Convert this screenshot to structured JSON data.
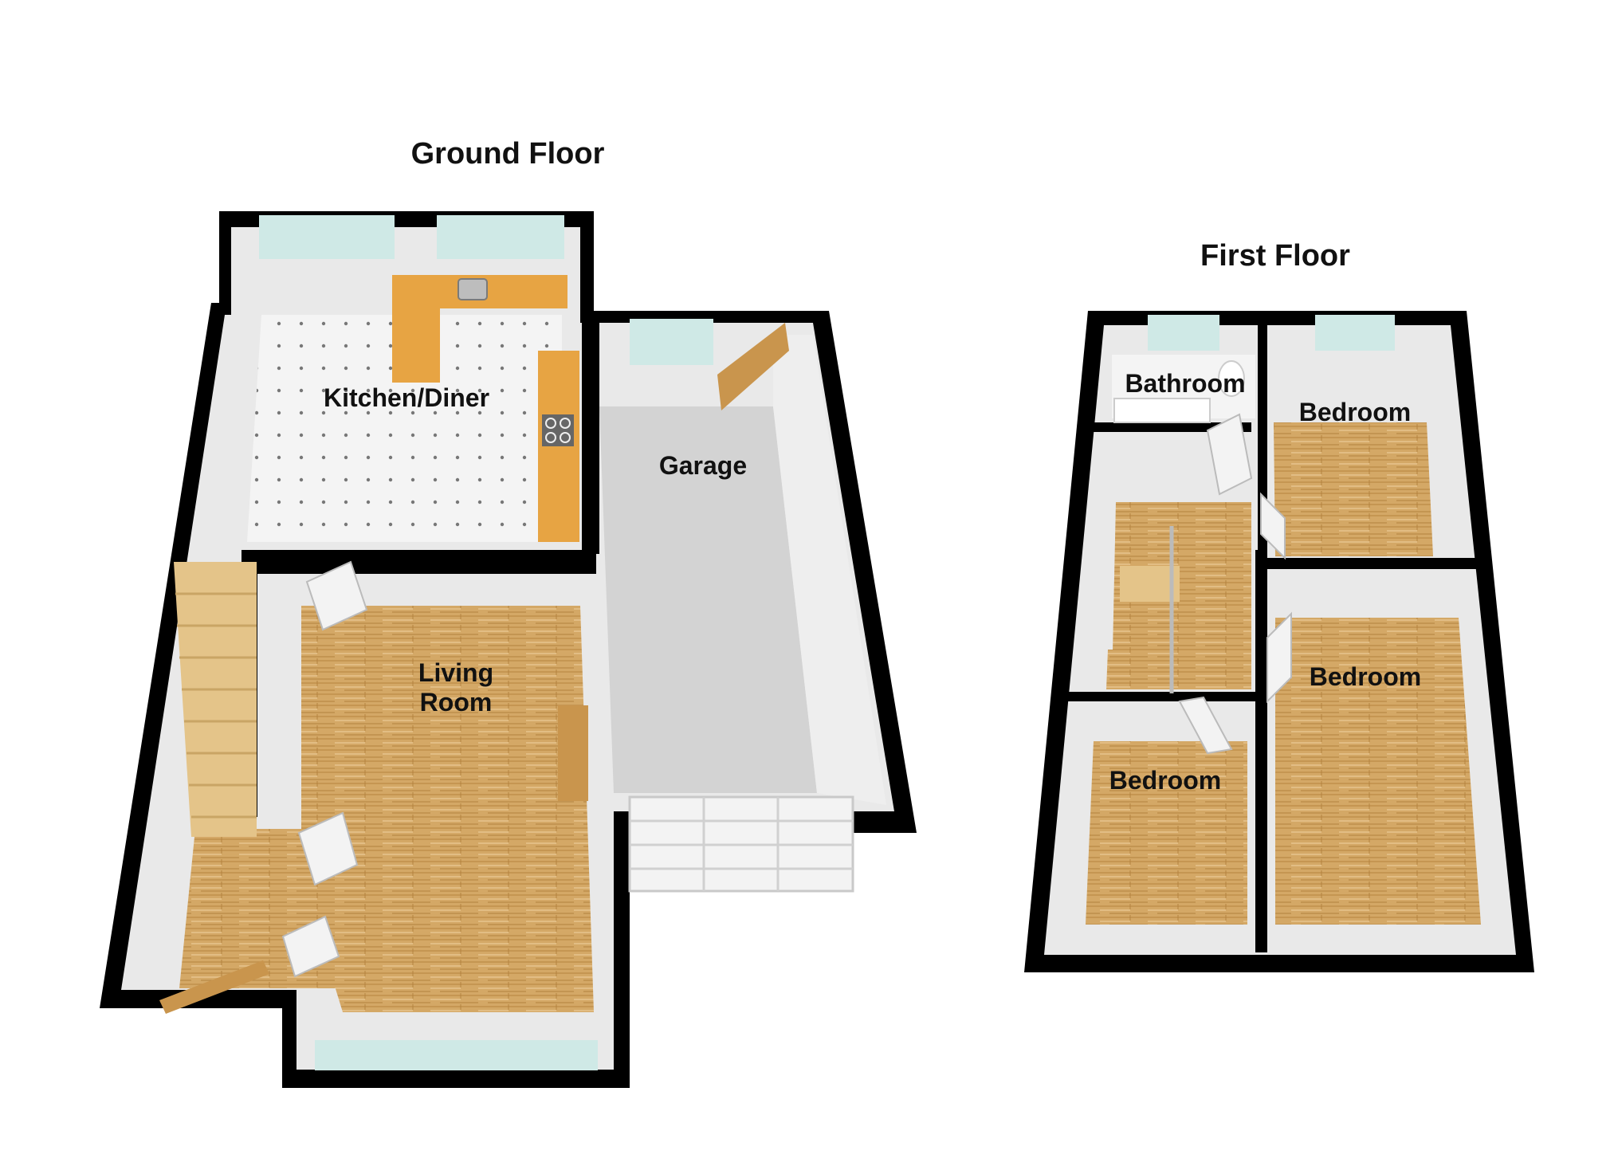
{
  "floors": {
    "ground": {
      "title": "Ground Floor",
      "rooms": {
        "kitchen": "Kitchen/Diner",
        "garage": "Garage",
        "living_line1": "Living",
        "living_line2": "Room"
      }
    },
    "first": {
      "title": "First Floor",
      "rooms": {
        "bathroom": "Bathroom",
        "bedroom_rear": "Bedroom",
        "bedroom_front_right": "Bedroom",
        "bedroom_front_left": "Bedroom"
      }
    }
  },
  "colors": {
    "wall": "#000000",
    "wall_inner": "#e9e9e9",
    "wood_floor": "#d4a866",
    "wood_grain": "#b98a46",
    "tile_floor": "#f4f4f4",
    "tile_dot": "#777777",
    "garage_floor": "#d3d3d3",
    "counter": "#e7a443",
    "window": "#cfe9e6",
    "stairs": "#e4c489",
    "door": "#f3f3f3"
  }
}
